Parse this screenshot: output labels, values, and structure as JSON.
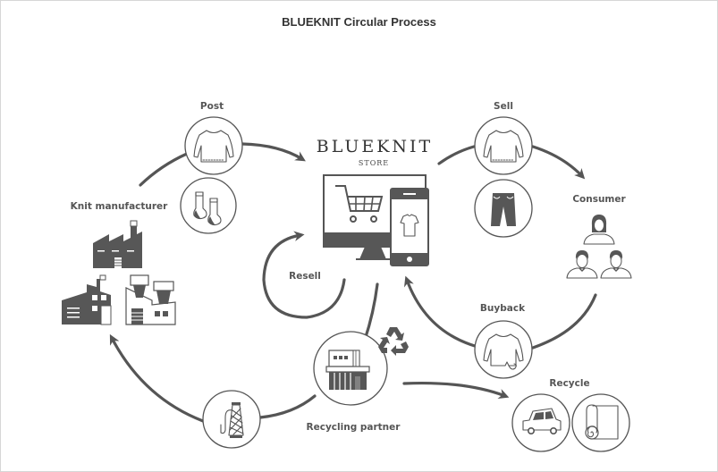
{
  "title": "BLUEKNIT Circular Process",
  "store": {
    "brand": "BLUEKNIT",
    "subtitle": "STORE",
    "icon": "computer-and-phone-store-icon"
  },
  "labels": {
    "post": "Post",
    "sell": "Sell",
    "knit_manufacturer": "Knit manufacturer",
    "consumer": "Consumer",
    "resell": "Resell",
    "buyback": "Buyback",
    "recycle": "Recycle",
    "recycling_partner": "Recycling partner"
  },
  "nodes": [
    {
      "id": "post",
      "icons": [
        "sweater-icon",
        "socks-icon"
      ]
    },
    {
      "id": "sell",
      "icons": [
        "sweater-icon",
        "pants-icon"
      ]
    },
    {
      "id": "knit_manufacturer",
      "icons": [
        "factory-icon",
        "buildings-icon",
        "plant-icon"
      ]
    },
    {
      "id": "consumer",
      "icons": [
        "woman-icon",
        "man-icon",
        "man-icon"
      ]
    },
    {
      "id": "buyback",
      "icons": [
        "worn-sweater-icon"
      ]
    },
    {
      "id": "recycle",
      "icons": [
        "car-icon",
        "carpet-roll-icon"
      ]
    },
    {
      "id": "recycling_partner",
      "icons": [
        "recycling-facility-icon",
        "recycle-symbol-icon"
      ]
    },
    {
      "id": "yarn",
      "icons": [
        "yarn-spool-icon"
      ]
    }
  ],
  "flows": [
    {
      "from": "knit_manufacturer",
      "to": "store",
      "via": "post"
    },
    {
      "from": "store",
      "to": "consumer",
      "via": "sell"
    },
    {
      "from": "consumer",
      "to": "store",
      "via": "buyback"
    },
    {
      "from": "store",
      "to": "store",
      "via": "resell"
    },
    {
      "from": "store",
      "to": "recycling_partner"
    },
    {
      "from": "recycling_partner",
      "to": "recycle"
    },
    {
      "from": "recycling_partner",
      "to": "knit_manufacturer",
      "via": "yarn"
    }
  ],
  "colors": {
    "stroke": "#555555",
    "fill": "#575757",
    "text": "#555555",
    "title": "#333333"
  }
}
